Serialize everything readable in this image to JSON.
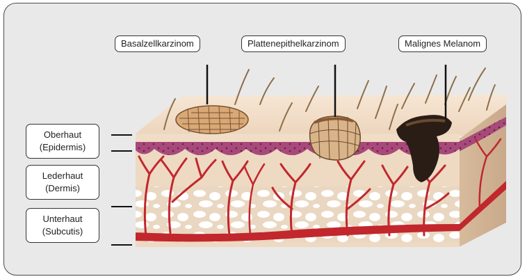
{
  "labels": {
    "basal": "Basalzellkarzinom",
    "platten": "Plattenepithelkarzinom",
    "melanom": "Malignes Melanom",
    "oberhaut_1": "Oberhaut",
    "oberhaut_2": "(Epidermis)",
    "lederhaut_1": "Lederhaut",
    "lederhaut_2": "(Dermis)",
    "unterhaut_1": "Unterhaut",
    "unterhaut_2": "(Subcutis)"
  }
}
